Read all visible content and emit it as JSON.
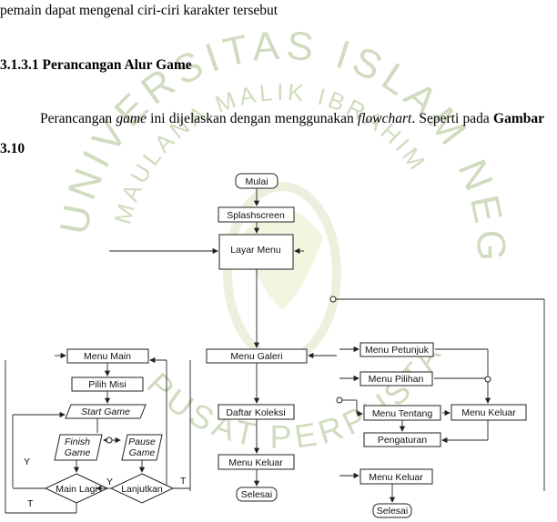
{
  "text": {
    "line1": "pemain dapat mengenal ciri-ciri karakter tersebut",
    "heading": "3.1.3.1 Perancangan Alur Game",
    "para_a": "Perancangan ",
    "para_game": "game",
    "para_b": " ini dijelaskan dengan menggunakan ",
    "para_flowchart": "flowchart",
    "para_c": ". Seperti pada ",
    "para_fig": "Gambar 3.10"
  },
  "watermark": {
    "arc_top": "UNIVERSITAS ISLAM NEGERI",
    "arc_inner": "MAULANA MALIK IBRAHIM",
    "arc_bottom": "PUSAT PERPUSTAKAAN",
    "color": "#a8c08c"
  },
  "flowchart": {
    "mulai": "Mulai",
    "splashscreen": "Splashscreen",
    "layar_menu": "Layar Menu",
    "menu_galeri": "Menu Galeri",
    "daftar_koleksi": "Daftar Koleksi",
    "menu_keluar_center": "Menu Keluar",
    "selesai_center": "Selesai",
    "menu_main": "Menu Main",
    "pilih_misi": "Pilih Misi",
    "start_game": "Start Game",
    "finish_game_1": "Finish",
    "finish_game_2": "Game",
    "pause_game_1": "Pause",
    "pause_game_2": "Game",
    "main_lagi": "Main Lagi",
    "lanjutkan": "Lanjutkan",
    "y_left": "Y",
    "t_left": "T",
    "y_right": "Y",
    "t_right": "T",
    "menu_petunjuk": "Menu Petunjuk",
    "menu_pilihan": "Menu Pilihan",
    "menu_tentang": "Menu Tentang",
    "menu_keluar_right": "Menu Keluar",
    "pengaturan": "Pengaturan",
    "menu_keluar_bottom": "Menu Keluar",
    "selesai_right": "Selesai"
  }
}
